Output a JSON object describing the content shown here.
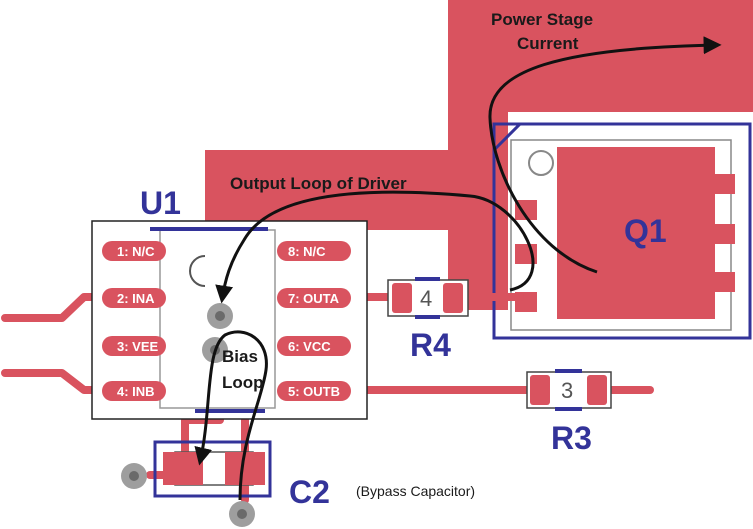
{
  "colors": {
    "copper": "#d9535f",
    "outline": "#333399",
    "text_dark": "#1a1a1a",
    "via_fill": "#9e9e9e",
    "via_inner": "#6a6a6a",
    "arrow": "#111111",
    "pad_gray": "#c8c8c8"
  },
  "labels": {
    "power_stage": "Power Stage",
    "current": "Current",
    "output_loop": "Output Loop of Driver",
    "bias": "Bias",
    "loop": "Loop",
    "bypass_note": "(Bypass Capacitor)"
  },
  "components": {
    "u1": "U1",
    "q1": "Q1",
    "r4": "R4",
    "r3": "R3",
    "c2": "C2",
    "r4_pad": "4",
    "r3_pad": "3"
  },
  "pins": {
    "left": [
      "1: N/C",
      "2: INA",
      "3: VEE",
      "4: INB"
    ],
    "right": [
      "8: N/C",
      "7: OUTA",
      "6: VCC",
      "5: OUTB"
    ]
  }
}
